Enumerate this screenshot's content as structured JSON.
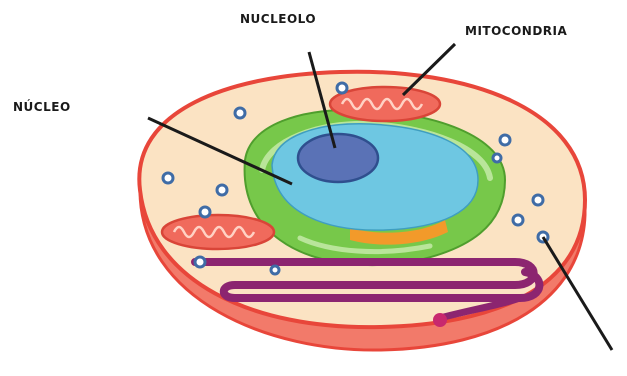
{
  "labels": {
    "nucleolo": "NUCLEOLO",
    "mitocondria": "MITOCONDRIA",
    "nucleo": "NÚCLEO"
  },
  "colors": {
    "membrane": "#e8463a",
    "cytoplasm": "#fbe3c3",
    "cell_side": "#f27a6a",
    "nuclear_envelope": "#77c84a",
    "nucleus": "#6ec7e2",
    "nucleolus": "#5a72b6",
    "mitochondria": "#f06a5c",
    "er": "#8c2570",
    "ribosome": "#3f6ca6",
    "golgi": "#f29a2a"
  }
}
